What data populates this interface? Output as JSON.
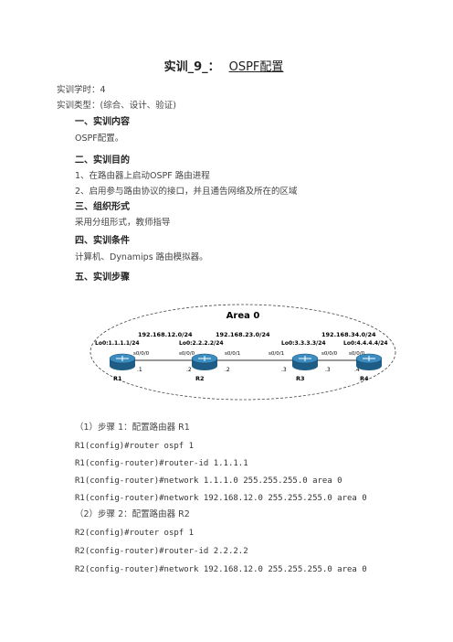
{
  "title": {
    "prefix": "实训_9_：",
    "topic": "OSPF配置"
  },
  "meta": {
    "hours": "实训学时：4",
    "type": "实训类型：(综合、设计、验证)"
  },
  "sections": [
    {
      "heading": "一、实训内容",
      "lines": [
        "OSPF配置。"
      ]
    },
    {
      "heading": "二、实训目的",
      "lines": [
        "1、在路由器上启动OSPF 路由进程",
        "2、启用参与路由协议的接口，并且通告网络及所在的区域"
      ]
    },
    {
      "heading": "三、组织形式",
      "lines": [
        "采用分组形式，教师指导"
      ]
    },
    {
      "heading": "四、实训条件",
      "lines": [
        "计算机、Dynamips 路由模拟器。"
      ]
    },
    {
      "heading": "五、实训步骤",
      "lines": []
    }
  ],
  "diagram": {
    "area": "Area 0",
    "networks": [
      "192.168.12.0/24",
      "192.168.23.0/24",
      "192.168.34.0/24"
    ],
    "routers": [
      {
        "name": "R1",
        "loopback": "Lo0:1.1.1.1/24"
      },
      {
        "name": "R2",
        "loopback": "Lo0:2.2.2.2/24"
      },
      {
        "name": "R3",
        "loopback": "Lo0:3.3.3.3/24"
      },
      {
        "name": "R4",
        "loopback": "Lo0:4.4.4.4/24"
      }
    ],
    "interfaces": [
      "s0/0/0",
      "s0/0/0",
      "s0/0/1",
      "s0/0/1",
      "s0/0/0",
      "s0/0/0"
    ],
    "host_ids": [
      ".1",
      ".2",
      ".2",
      ".3",
      ".3",
      ".4"
    ]
  },
  "steps": [
    {
      "label": "（1）步骤 1：配置路由器 R1",
      "commands": [
        "R1(config)#router ospf 1",
        "R1(config-router)#router-id 1.1.1.1",
        "R1(config-router)#network 1.1.1.0 255.255.255.0 area 0",
        "R1(config-router)#network 192.168.12.0 255.255.255.0 area 0"
      ]
    },
    {
      "label": "（2）步骤 2：配置路由器 R2",
      "commands": [
        "R2(config)#router ospf 1",
        "R2(config-router)#router-id 2.2.2.2",
        "R2(config-router)#network 192.168.12.0 255.255.255.0 area 0"
      ]
    }
  ]
}
